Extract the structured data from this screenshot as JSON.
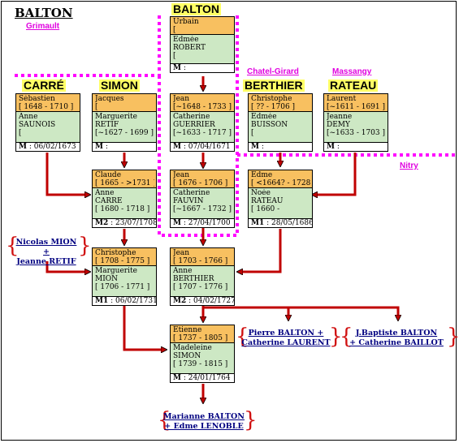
{
  "header": {
    "family": "BALTON",
    "place": "Grimault"
  },
  "surnames": {
    "balton": "BALTON",
    "carre": "CARRÉ",
    "simon": "SIMON",
    "berthier": "BERTHIER",
    "rateau": "RATEAU"
  },
  "places": {
    "chatel": "Chatel-Girard",
    "massangy": "Massangy",
    "nitry": "Nitry"
  },
  "cards": {
    "c1": {
      "top": [
        "Urbain",
        "["
      ],
      "bot": [
        "Edmée",
        "ROBERT",
        "["
      ],
      "m": "M",
      "date": " : "
    },
    "c2": {
      "top": [
        "Sébastien",
        "  [ 1648 - 1710 ]"
      ],
      "bot": [
        "Anne",
        "SAUNOIS",
        "["
      ],
      "m": "M",
      "date": " : 06/02/1673"
    },
    "c3": {
      "top": [
        "Jacques",
        "["
      ],
      "bot": [
        "Marguerite",
        "RETIF",
        "  [~1627 - 1699 ]"
      ],
      "m": "M",
      "date": " : "
    },
    "c4": {
      "top": [
        "Jean",
        "  [~1648 - 1733 ]"
      ],
      "bot": [
        "Catherine",
        "GUERRIER",
        "  [~1633 - 1717 ]"
      ],
      "m": "M",
      "date": " : 07/04/1671"
    },
    "c5": {
      "top": [
        "Christophe",
        "  [ ?? - 1706 ]"
      ],
      "bot": [
        "Edmée",
        "BUISSON",
        "["
      ],
      "m": "M",
      "date": " : "
    },
    "c6": {
      "top": [
        "Laurent",
        "  [~1611 - 1691 ]"
      ],
      "bot": [
        "Jeanne",
        "DEMY",
        "  [~1633 - 1703 ]"
      ],
      "m": "M",
      "date": " : "
    },
    "c7": {
      "top": [
        "Claude",
        "  [ 1665 - >1731 ]"
      ],
      "bot": [
        "Anne",
        "CARRÉ",
        "  [ 1680 - 1718 ]"
      ],
      "m": "M2",
      "date": " : 23/07/1708"
    },
    "c8": {
      "top": [
        "Jean",
        "  [ 1676 - 1706 ]"
      ],
      "bot": [
        "Catherine",
        "FAUVIN",
        "  [~1667 - 1732 ]"
      ],
      "m": "M",
      "date": " : 27/04/1700"
    },
    "c9": {
      "top": [
        "Edme",
        "  [ <1664? - 1728 ]"
      ],
      "bot": [
        "Noée",
        "RATEAU",
        "  [ 1660 -"
      ],
      "m": "M1",
      "date": " : 28/05/1686"
    },
    "c10": {
      "top": [
        "Christophe",
        "  [ 1708 - 1775 ]"
      ],
      "bot": [
        "Marguerite",
        "MION",
        "  [ 1706 - 1771 ]"
      ],
      "m": "M1",
      "date": " : 06/02/1731"
    },
    "c11": {
      "top": [
        "Jean",
        "  [ 1703 - 1766 ]"
      ],
      "bot": [
        "Anne",
        "BERTHIER",
        "  [ 1707 - 1776 ]"
      ],
      "m": "M2",
      "date": " : 04/02/1727"
    },
    "c12": {
      "top": [
        "Etienne",
        "  [ 1737 - 1805 ]"
      ],
      "bot": [
        "Madeleine",
        "SIMON",
        "  [ 1739 - 1815 ]"
      ],
      "m": "M",
      "date": " : 24/01/1764"
    }
  },
  "links": {
    "mion": [
      "Nicolas MION +",
      "Jeanne RETIF"
    ],
    "pierre": [
      "Pierre BALTON +",
      "Catherine LAURENT"
    ],
    "jbaptiste": [
      "J.Baptiste BALTON",
      "+ Catherine BAILLOT"
    ],
    "marianne": [
      "Marianne BALTON",
      "+ Edme LENOBLE"
    ]
  },
  "colors": {
    "husband": "#f8c060",
    "wife": "#cde8c4",
    "arrow": "#c00000",
    "dotted": "#ff00ff",
    "surname_bg": "#ffff66",
    "link_text": "#000080"
  }
}
